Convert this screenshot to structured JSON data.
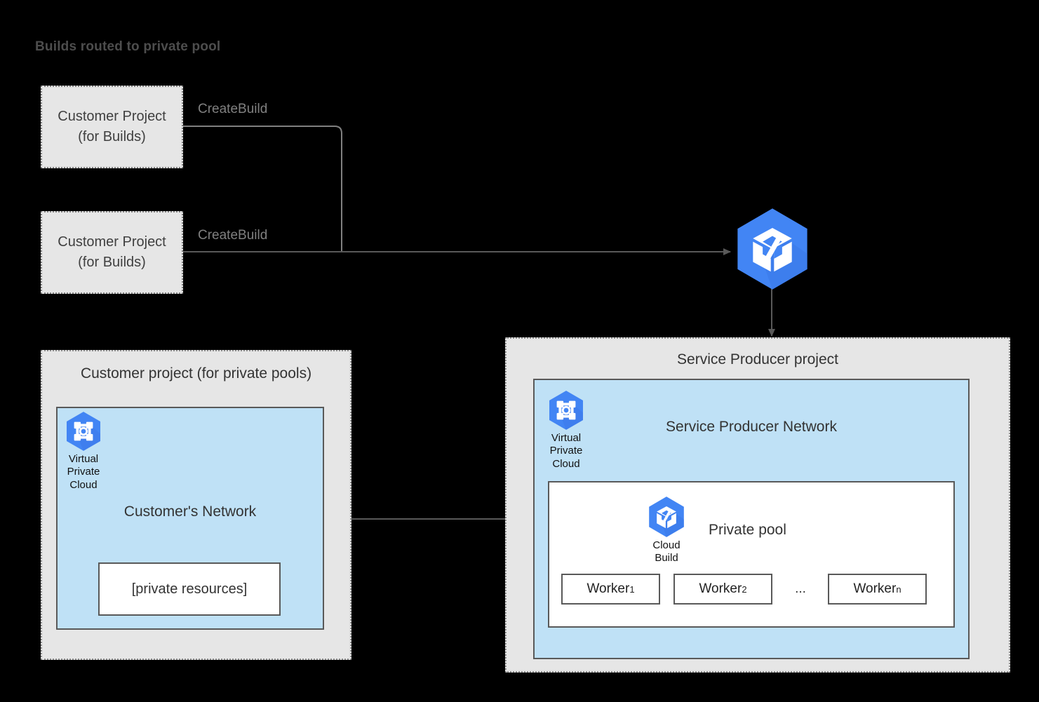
{
  "title": "Builds routed to private pool",
  "colors": {
    "background": "#000000",
    "project_fill": "#e6e6e6",
    "project_border": "#808080",
    "network_fill": "#bfe1f6",
    "network_border": "#595959",
    "inner_fill": "#ffffff",
    "connector": "#808080",
    "arrow": "#595959",
    "google_blue": "#4285f4",
    "google_blue_dark": "#3b78e7",
    "label_gray": "#808080",
    "text_dark": "#333333"
  },
  "customer_build_projects": [
    {
      "line1": "Customer Project",
      "line2": "(for Builds)",
      "connector_label": "CreateBuild"
    },
    {
      "line1": "Customer Project",
      "line2": "(for Builds)",
      "connector_label": "CreateBuild"
    }
  ],
  "cloud_build_service": {
    "icon": "cloud-build-icon",
    "label": ""
  },
  "left_project": {
    "title": "Customer project (for private pools)",
    "network_label": "Customer's Network",
    "vpc_icon": {
      "icon": "virtual-private-cloud-icon",
      "caption_lines": [
        "Virtual",
        "Private",
        "Cloud"
      ]
    },
    "private_resources": "[private resources]"
  },
  "right_project": {
    "title": "Service Producer project",
    "network_label": "Service Producer Network",
    "vpc_icon": {
      "icon": "virtual-private-cloud-icon",
      "caption_lines": [
        "Virtual",
        "Private",
        "Cloud"
      ]
    },
    "private_pool": {
      "label": "Private pool",
      "cloud_build_icon": {
        "icon": "cloud-build-icon",
        "caption_lines": [
          "Cloud",
          "Build"
        ]
      },
      "workers": [
        {
          "name": "Worker",
          "subscript": "1"
        },
        {
          "name": "Worker",
          "subscript": "2"
        },
        {
          "name": "Worker",
          "subscript": "n"
        }
      ],
      "workers_ellipsis": "..."
    }
  },
  "connections": {
    "peering_arrow": "bidirectional",
    "build_to_service_arrow": "unidirectional",
    "service_to_producer_arrow": "unidirectional"
  }
}
